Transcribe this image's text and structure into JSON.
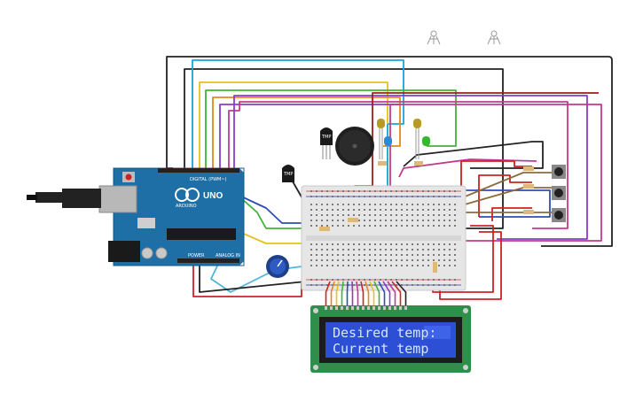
{
  "lcd": {
    "line1": "Desired temp:",
    "line2": "Current temp"
  },
  "arduino": {
    "logo_text": "UNO",
    "brand": "ARDUINO",
    "digital_label": "DIGITAL (PWM~)",
    "power_label": "POWER",
    "analog_label": "ANALOG IN"
  },
  "sensors": {
    "label": "TMP"
  },
  "colors": {
    "board": "#1d6fa5",
    "breadboard": "#e8e8e8",
    "lcd_bezel": "#2f8f4a",
    "lcd_screen": "#2c4fd6"
  }
}
